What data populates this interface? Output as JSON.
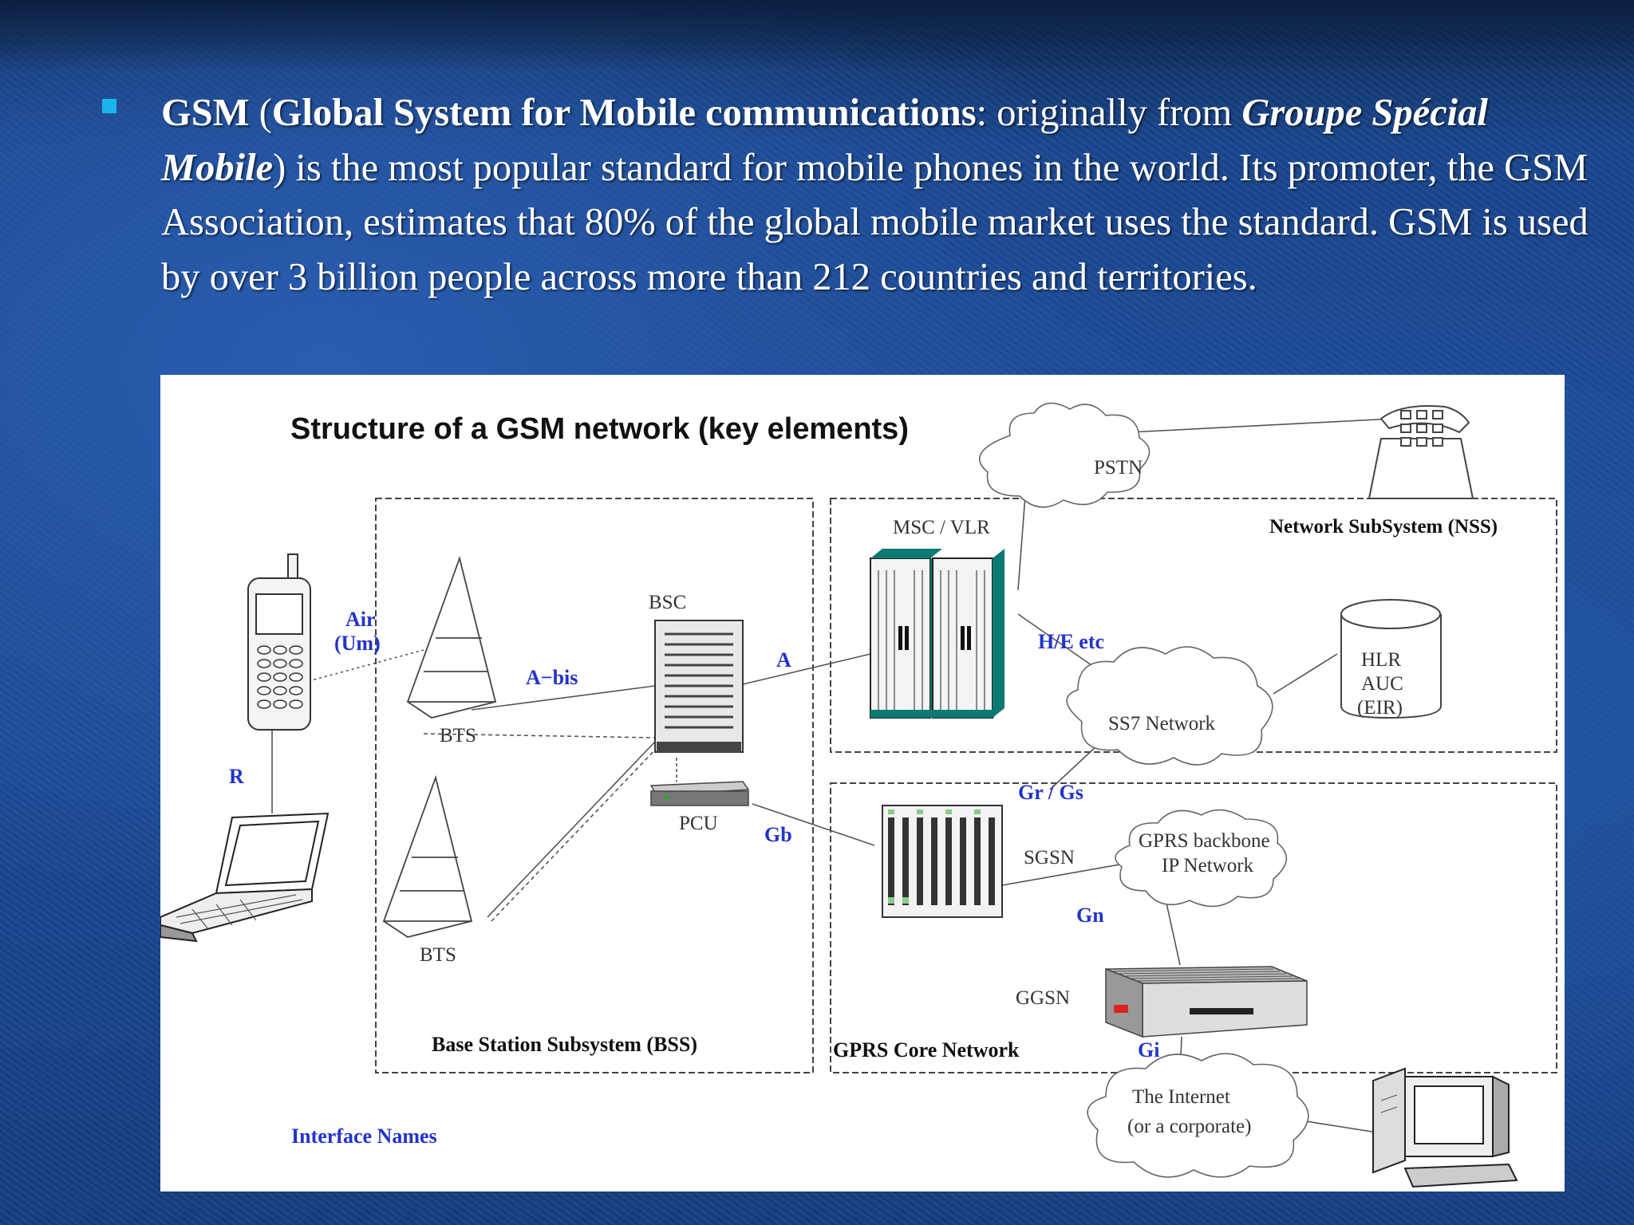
{
  "slide": {
    "bullet": {
      "gsm_abbr": "GSM",
      "open_paren": " (",
      "full_name": "Global System for Mobile communications",
      "colon_text": ": originally from ",
      "origin_name": "Groupe Spécial Mobile",
      "rest": ") is the most popular standard for mobile phones in the world. Its promoter, the GSM Association, estimates that 80% of the global mobile market uses the standard. GSM is used by over 3 billion people across more than 212 countries and territories."
    }
  },
  "diagram": {
    "title": "Structure of a GSM network (key elements)",
    "clouds": {
      "pstn": "PSTN",
      "ss7": "SS7 Network",
      "gprs_backbone_1": "GPRS backbone",
      "gprs_backbone_2": "IP Network",
      "internet_1": "The Internet",
      "internet_2": "(or a corporate)"
    },
    "elements": {
      "msc_vlr": "MSC / VLR",
      "bsc": "BSC",
      "bts_top": "BTS",
      "bts_bottom": "BTS",
      "pcu": "PCU",
      "sgsn": "SGSN",
      "ggsn": "GGSN",
      "hlr": "HLR",
      "auc": "AUC",
      "eir": "(EIR)"
    },
    "regions": {
      "nss": "Network SubSystem (NSS)",
      "bss": "Base Station Subsystem (BSS)",
      "gprs_core": "GPRS Core Network"
    },
    "interfaces": {
      "air_1": "Air",
      "air_2": "(Um)",
      "abis": "A−bis",
      "a": "A",
      "he": "H/E etc",
      "r": "R",
      "gr_gs": "Gr / Gs",
      "gb": "Gb",
      "gn": "Gn",
      "gi": "Gi",
      "legend": "Interface Names"
    },
    "colors": {
      "interface_label": "#2233cc",
      "server_teal": "#0c7a72",
      "line": "#555555"
    }
  }
}
